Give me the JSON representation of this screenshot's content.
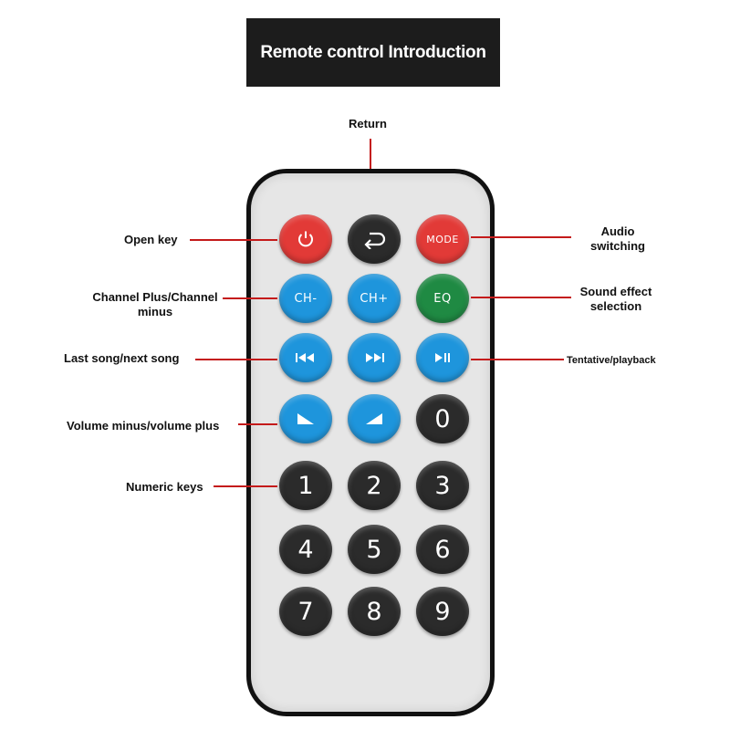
{
  "title": "Remote control Introduction",
  "labels": {
    "return": "Return",
    "open_key": "Open key",
    "audio_switching": "Audio switching",
    "channel": "Channel Plus/Channel minus",
    "sound_effect": "Sound effect selection",
    "last_next_song": "Last song/next song",
    "tentative_playback": "Tentative/playback",
    "volume": "Volume minus/volume plus",
    "numeric_keys": "Numeric keys"
  },
  "buttons": {
    "mode": "MODE",
    "ch_minus": "CH-",
    "ch_plus": "CH+",
    "eq": "EQ",
    "digits": [
      "0",
      "1",
      "2",
      "3",
      "4",
      "5",
      "6",
      "7",
      "8",
      "9"
    ]
  },
  "icons": {
    "power": "power-icon",
    "return": "return-arrow-icon",
    "prev": "previous-track-icon",
    "next": "next-track-icon",
    "play_pause": "play-pause-icon",
    "vol_down": "volume-down-icon",
    "vol_up": "volume-up-icon"
  },
  "colors": {
    "red": "#e23a37",
    "black": "#2b2b2b",
    "blue": "#1e95dc",
    "green": "#1f8a43",
    "pointer_line": "#c41a1a"
  }
}
